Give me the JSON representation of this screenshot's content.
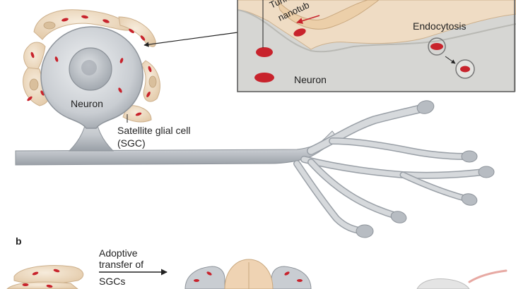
{
  "labels": {
    "tunneling_line1": "Tunn",
    "tunneling_line2": "nanotub",
    "endocytosis": "Endocytosis",
    "inset_neuron": "Neuron",
    "neuron": "Neuron",
    "sgc_line1": "Satellite glial cell",
    "sgc_line2": "(SGC)",
    "panel_b": "b",
    "adoptive_line1": "Adoptive",
    "adoptive_line2": "transfer of",
    "adoptive_line3": "SGCs"
  },
  "colors": {
    "neuron_fill": "#c9cdd2",
    "neuron_outline": "#8e949b",
    "glia_fill": "#efdcc4",
    "mito_red": "#c8232c",
    "inset_bg": "#d6d6d3",
    "inset_border": "#555555"
  }
}
